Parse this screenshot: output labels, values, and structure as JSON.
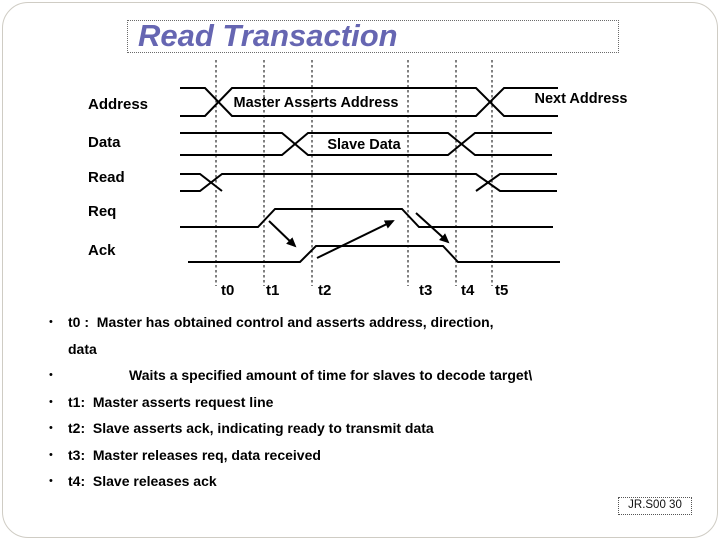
{
  "slide": {
    "title": "Read Transaction",
    "footer": "JR.S00 30"
  },
  "diagram": {
    "signals": [
      {
        "name": "Address"
      },
      {
        "name": "Data"
      },
      {
        "name": "Read"
      },
      {
        "name": "Req"
      },
      {
        "name": "Ack"
      }
    ],
    "bus_annotations": {
      "address_valid": "Master Asserts Address",
      "address_next": "Next Address",
      "data_valid": "Slave Data"
    },
    "time_labels": [
      "t0",
      "t1",
      "t2",
      "t3",
      "t4",
      "t5"
    ]
  },
  "bullets": {
    "marker": "•",
    "items": [
      "t0 :  Master has obtained control and asserts address, direction,\ndata",
      "Waits a specified amount of time for slaves to decode target\\",
      "t1:  Master asserts request line",
      "t2:  Slave asserts ack, indicating ready to transmit data",
      "t3:  Master releases req, data received",
      "t4:  Slave releases ack"
    ]
  },
  "colors": {
    "title_text": "#6666b2",
    "diagram_line": "#000000",
    "body_text": "#000000"
  }
}
